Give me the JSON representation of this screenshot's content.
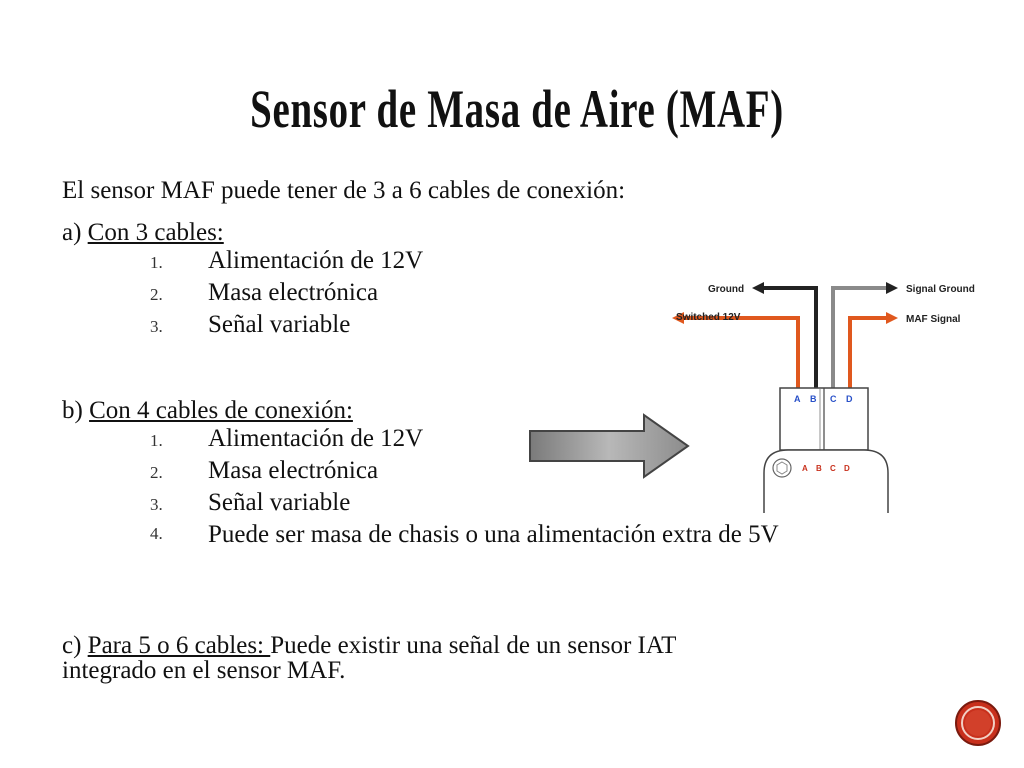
{
  "slide": {
    "title": "Sensor de Masa de Aire (MAF)",
    "intro": "El sensor MAF puede tener de 3 a 6 cables de conexión:",
    "section_a": {
      "prefix": "a) ",
      "heading": "Con 3 cables:",
      "items": [
        {
          "num": "1.",
          "text": "Alimentación de 12V"
        },
        {
          "num": "2.",
          "text": "Masa electrónica"
        },
        {
          "num": "3.",
          "text": "Señal variable"
        }
      ]
    },
    "section_b": {
      "prefix": "b) ",
      "heading": "Con 4 cables de conexión:",
      "items": [
        {
          "num": "1.",
          "text": "Alimentación de 12V"
        },
        {
          "num": "2.",
          "text": "Masa electrónica"
        },
        {
          "num": "3.",
          "text": "Señal variable"
        },
        {
          "num": "4.",
          "text": "Puede ser masa de chasis o una alimentación extra de 5V"
        }
      ]
    },
    "section_c": {
      "prefix": "c) ",
      "heading": "Para 5 o 6 cables: ",
      "text_line1": "Puede existir una señal de un sensor IAT",
      "text_line2": "integrado en el sensor MAF."
    }
  },
  "diagram": {
    "labels": {
      "ground": "Ground",
      "switched": "Switched 12V",
      "signal_ground": "Signal Ground",
      "maf_signal": "MAF Signal"
    },
    "pins_top": [
      "A",
      "B",
      "C",
      "D"
    ],
    "pins_bottom": [
      "A",
      "B",
      "C",
      "D"
    ]
  },
  "colors": {
    "wire_orange": "#e0581e",
    "wire_black": "#222222",
    "wire_grey": "#8a8a8a",
    "pin_blue": "#2850c8",
    "accent_red": "#c8301c"
  },
  "icons": {
    "arrow": "right-arrow-icon",
    "logo": "circle-logo-icon"
  }
}
